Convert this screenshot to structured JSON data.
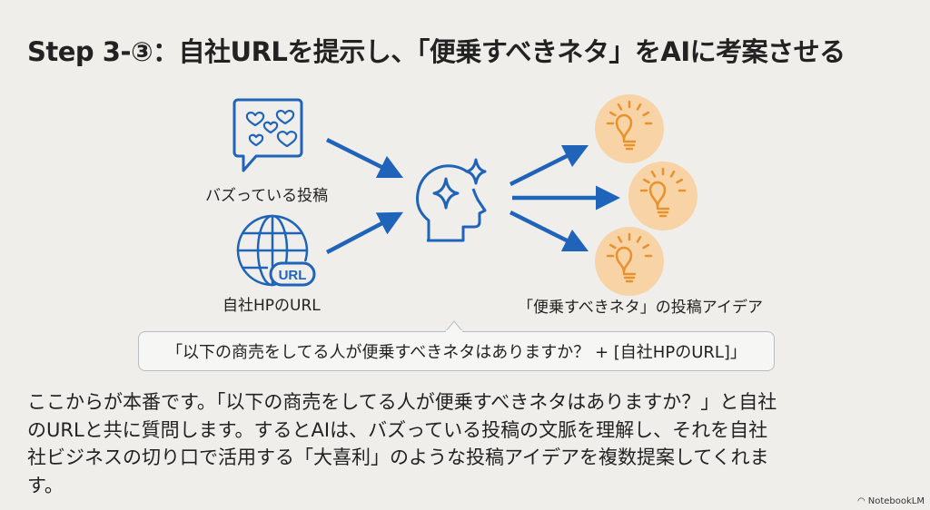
{
  "title": "Step 3-③：自社URLを提示し、「便乗すべきネタ」をAIに考案させる",
  "diagram": {
    "input_buzz_label": "バズっている投稿",
    "input_url_label": "自社HPのURL",
    "url_badge_text": "URL",
    "output_label": "「便乗すべきネタ」の投稿アイデア",
    "prompt": "「以下の商売をしてる人が便乗すべきネタはありますか？ + [自社HPのURL]」"
  },
  "body_lines": [
    "ここからが本番です。「以下の商売をしてる人が便乗すべきネタはありますか？」と自社",
    "のURLと共に質問します。するとAIは、バズっている投稿の文脈を理解し、それを自社",
    "社ビジネスの切り口で活用する「大喜利」のような投稿アイデアを複数提案してくれま",
    "す。"
  ],
  "brand": "NotebookLM",
  "colors": {
    "blue": "#1f64b8",
    "orange": "#e8922e",
    "orange_bg": "#f7d3a5",
    "background": "#efeeea"
  }
}
